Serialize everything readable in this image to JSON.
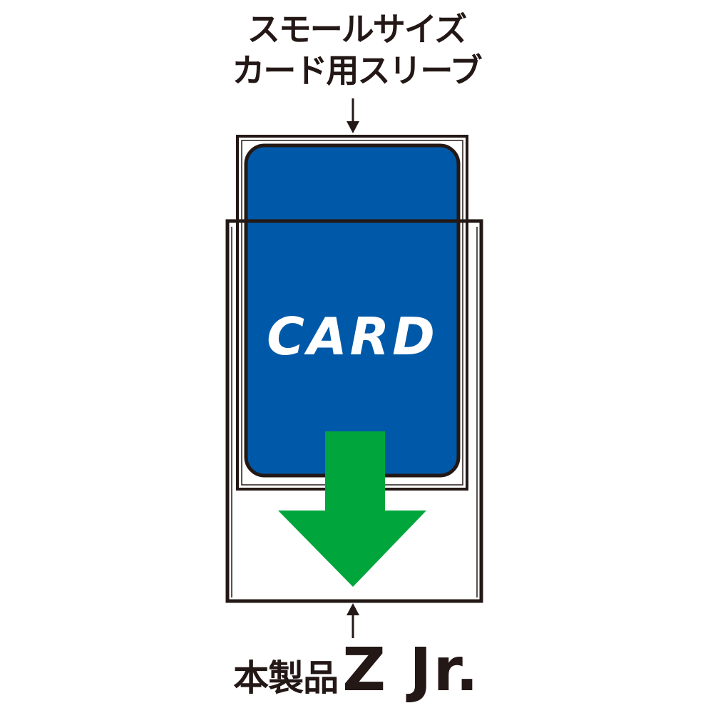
{
  "sleeve_label": {
    "line1": "スモールサイズ",
    "line2": "カード用スリーブ"
  },
  "card": {
    "brand": "CARD"
  },
  "product_label": {
    "prefix": "本製品",
    "model": "Z Jr."
  },
  "colors": {
    "outline": "#231815",
    "card_fill": "#0059a8",
    "arrow_fill": "#00a63c",
    "brand_text": "#ffffff"
  },
  "icons": {
    "pointer_top": "arrow-down-small-icon",
    "pointer_bottom": "arrow-up-small-icon",
    "insert_arrow": "arrow-down-large-icon"
  }
}
